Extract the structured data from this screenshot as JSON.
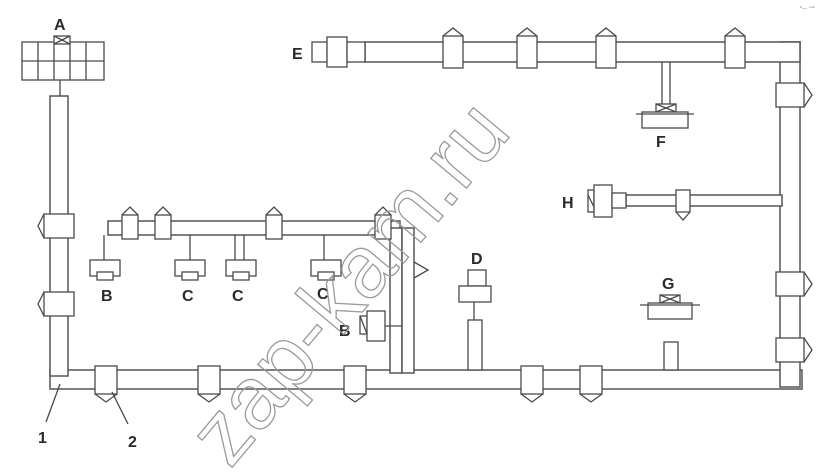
{
  "diagram": {
    "labels": {
      "a": "A",
      "b_top": "B",
      "b_mid": "B",
      "c1": "C",
      "c2": "C",
      "c3": "C",
      "d": "D",
      "e": "E",
      "f": "F",
      "g": "G",
      "h": "H",
      "num1": "1",
      "num2": "2"
    },
    "corner_mark": "⁶— ᵐᵃʳ",
    "watermark": "zap-kam.ru",
    "colors": {
      "line": "#555555",
      "label": "#2a2a2a",
      "watermark": "#9a9a9a"
    }
  }
}
